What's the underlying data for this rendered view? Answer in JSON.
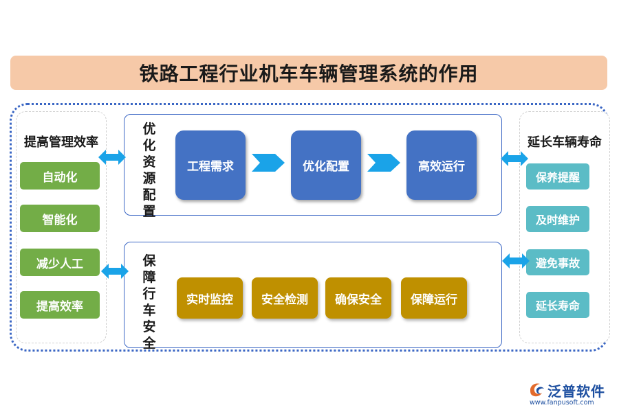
{
  "title": "铁路工程行业机车车辆管理系统的作用",
  "left_panel": {
    "title": "提高管理效率",
    "items": [
      "自动化",
      "智能化",
      "减少人工",
      "提高效率"
    ]
  },
  "right_panel": {
    "title": "延长车辆寿命",
    "items": [
      "保养提醒",
      "及时维护",
      "避免事故",
      "延长寿命"
    ]
  },
  "section_top": {
    "label": [
      "优",
      "化",
      "资",
      "源",
      "配",
      "置"
    ],
    "steps": [
      "工程需求",
      "优化配置",
      "高效运行"
    ]
  },
  "section_bottom": {
    "label": [
      "保",
      "障",
      "行",
      "车",
      "安",
      "全"
    ],
    "items": [
      "实时监控",
      "安全检测",
      "确保安全",
      "保障运行"
    ]
  },
  "logo": {
    "name": "泛普软件",
    "url": "www.fanpusoft.com"
  },
  "colors": {
    "banner": "#f6c9a8",
    "frame": "#3a66c4",
    "green": "#73ad47",
    "teal": "#5bbcc6",
    "blue": "#4472c4",
    "gold": "#bf9000",
    "arrow": "#1aa3e8"
  }
}
